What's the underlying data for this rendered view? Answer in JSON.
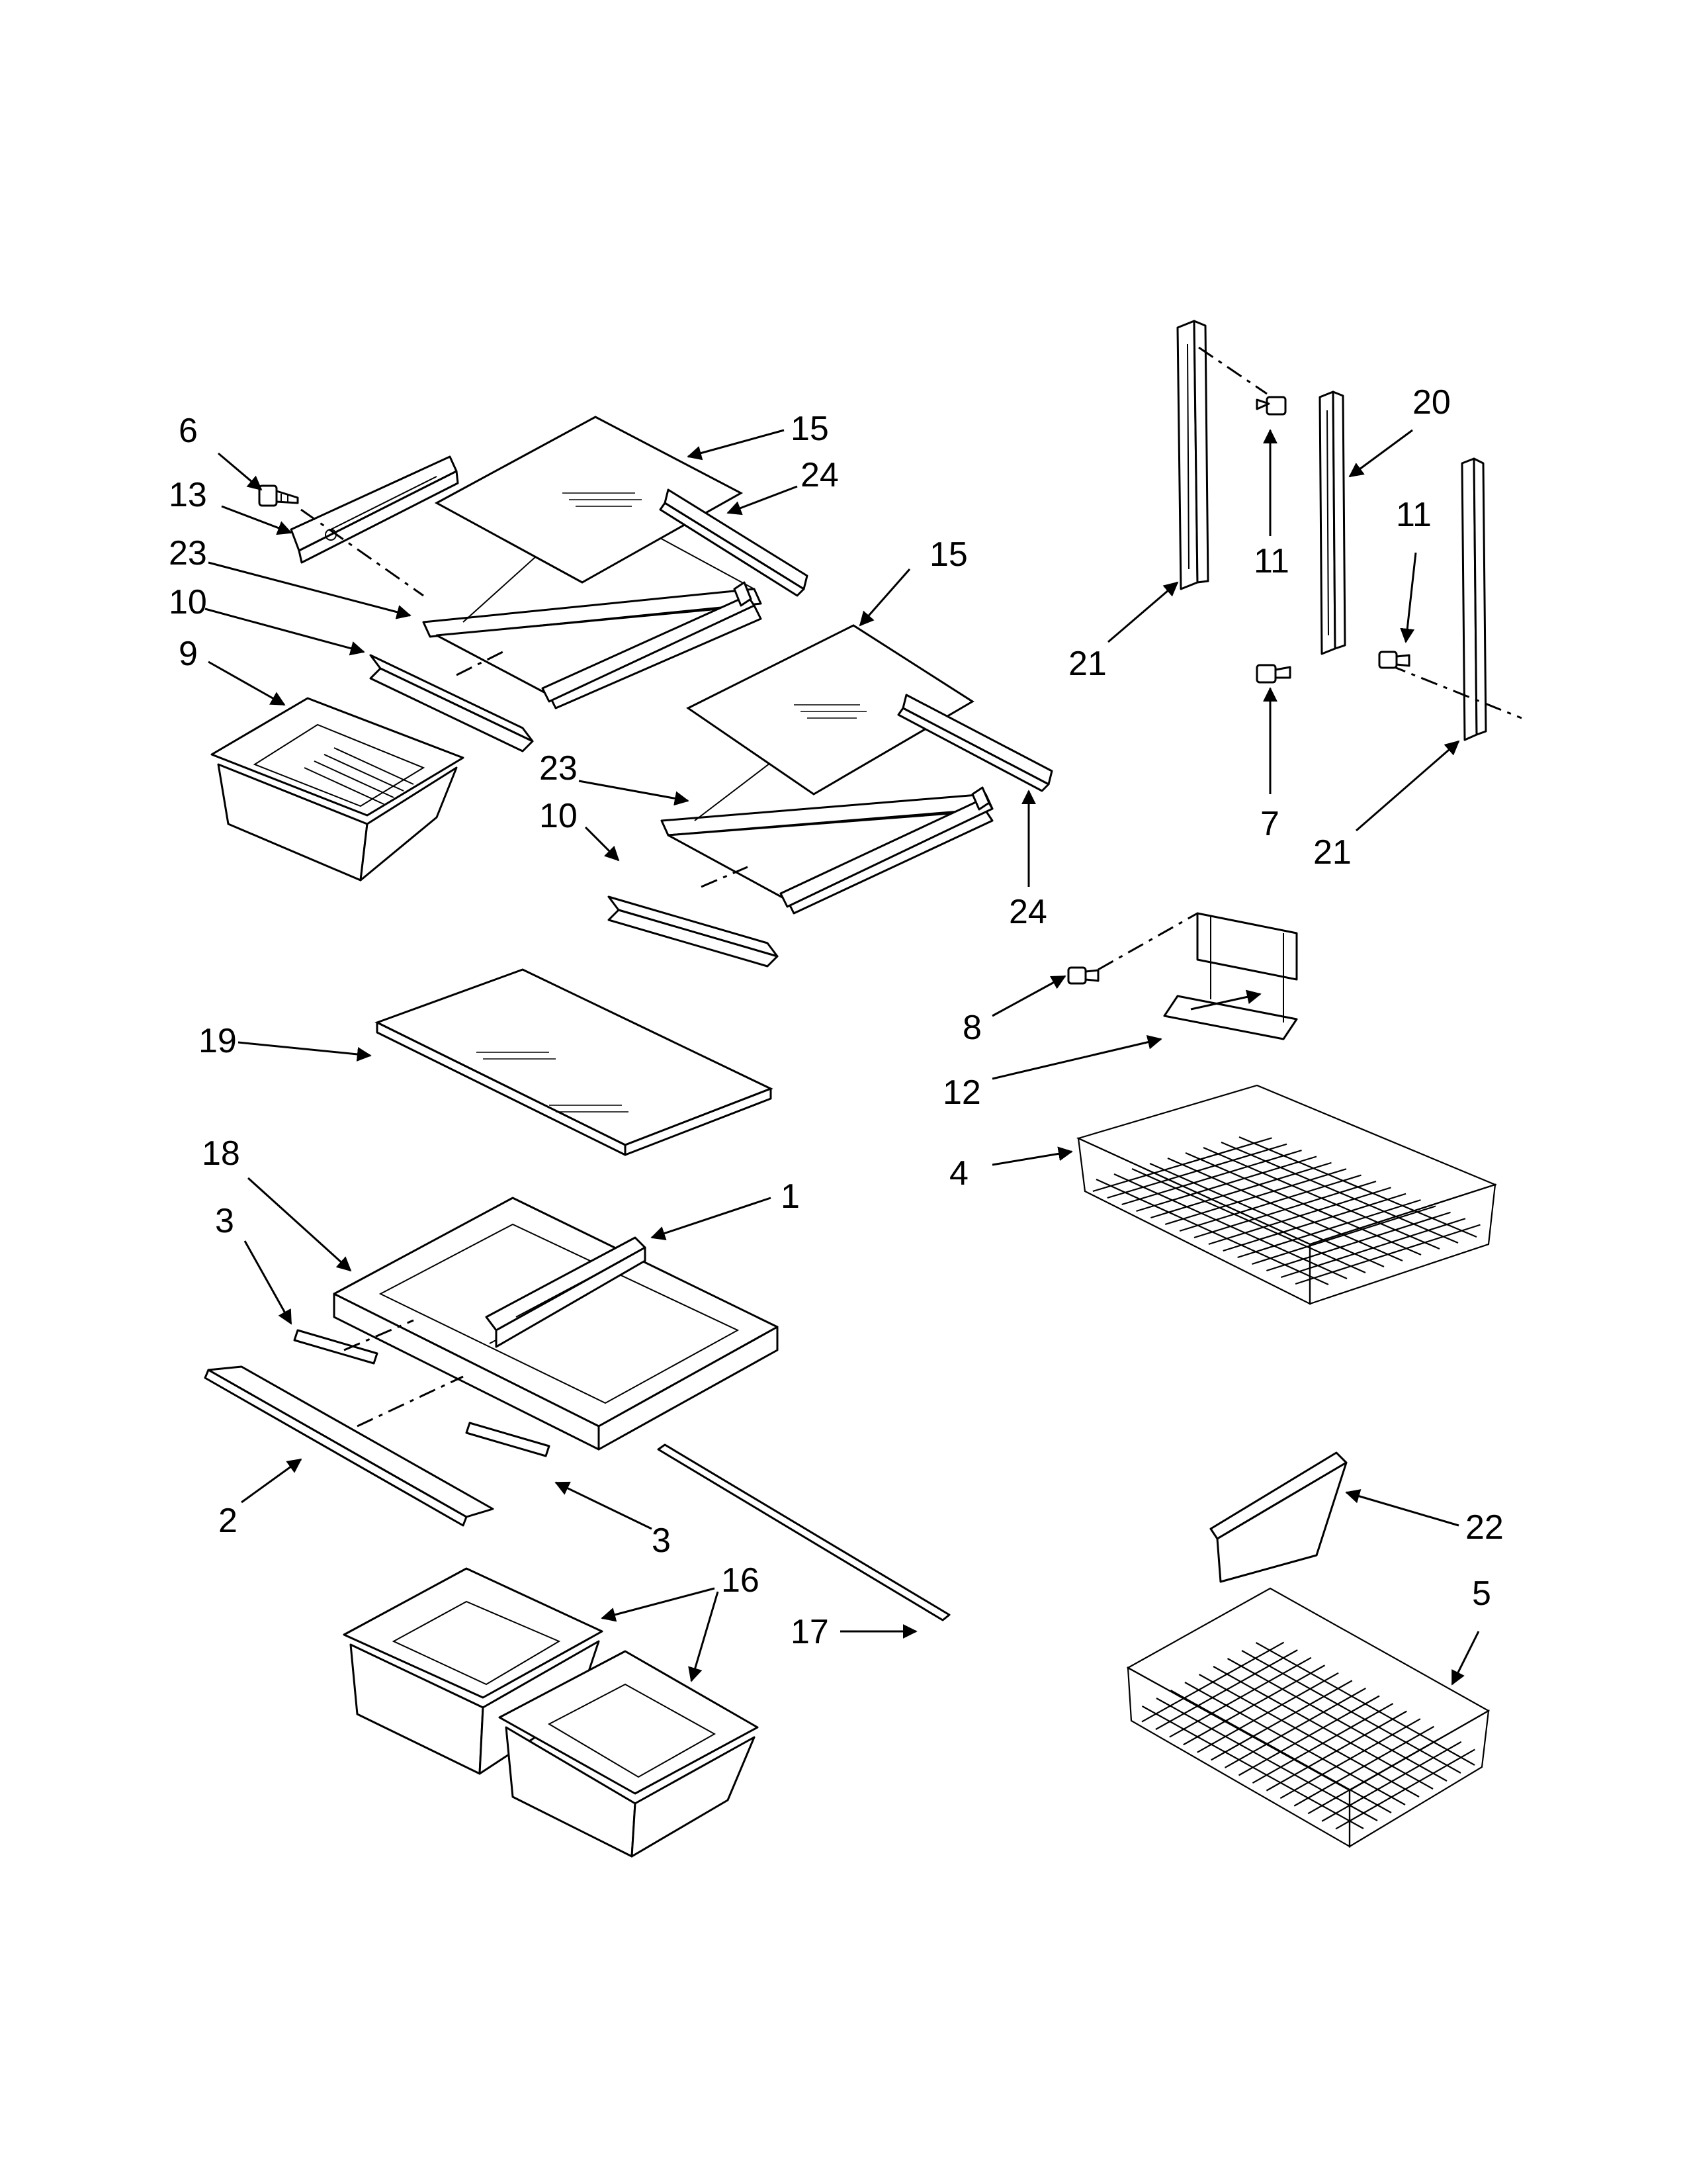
{
  "colors": {
    "ink": "#000000",
    "paper": "#ffffff"
  },
  "callouts": {
    "c1": "1",
    "c2": "2",
    "c3a": "3",
    "c3b": "3",
    "c4": "4",
    "c5": "5",
    "c6": "6",
    "c7": "7",
    "c8": "8",
    "c9": "9",
    "c10a": "10",
    "c10b": "10",
    "c11a": "11",
    "c11b": "11",
    "c12": "12",
    "c13": "13",
    "c15a": "15",
    "c15b": "15",
    "c16": "16",
    "c17": "17",
    "c18": "18",
    "c19": "19",
    "c20": "20",
    "c21a": "21",
    "c21b": "21",
    "c22": "22",
    "c23a": "23",
    "c23b": "23",
    "c24a": "24",
    "c24b": "24"
  }
}
